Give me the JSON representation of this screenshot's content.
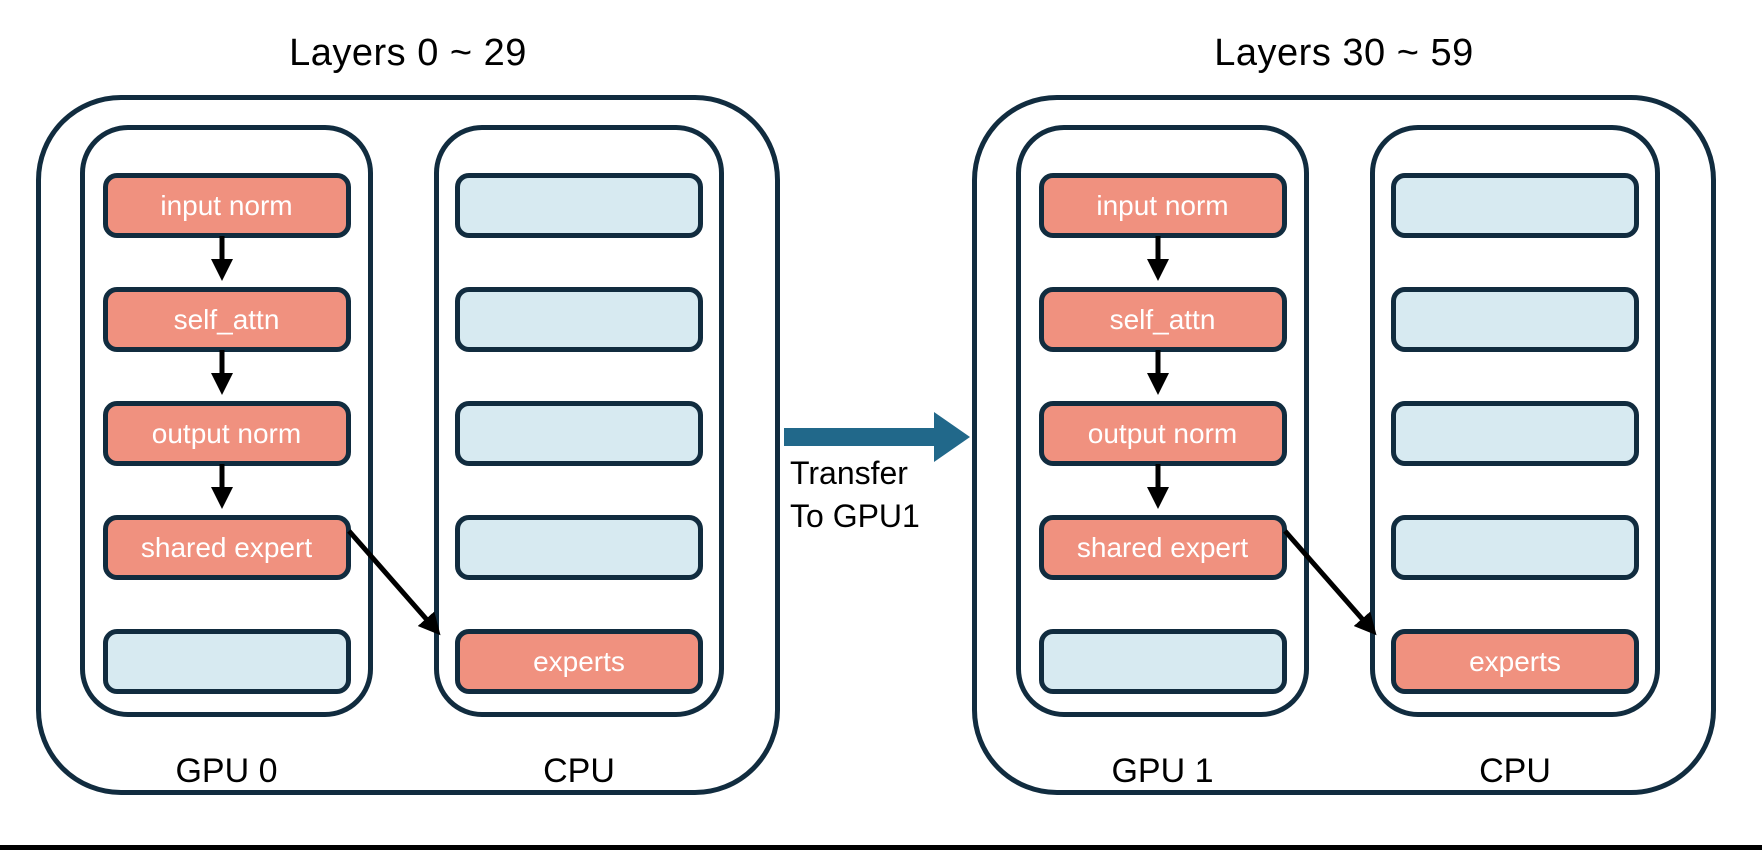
{
  "figure": {
    "description": "MoE layer placement diagram: two pipeline stages, each with a GPU holding dense modules and a CPU holding experts",
    "background": "#ffffff",
    "bottom_rule_color": "#000000"
  },
  "colors": {
    "module_fill": "#F0917F",
    "empty_slot_fill": "#D7EAF1",
    "outline": "#112C3F",
    "flow_arrow": "#000000",
    "transfer_arrow": "#21688A",
    "module_text": "#ffffff",
    "label_text": "#000000"
  },
  "groups": [
    {
      "title": "Layers 0 ~ 29",
      "gpu": {
        "label": "GPU 0",
        "boxes": [
          {
            "label": "input norm",
            "style": "module"
          },
          {
            "label": "self_attn",
            "style": "module"
          },
          {
            "label": "output norm",
            "style": "module"
          },
          {
            "label": "shared expert",
            "style": "module"
          },
          {
            "label": "",
            "style": "empty"
          }
        ]
      },
      "cpu": {
        "label": "CPU",
        "boxes": [
          {
            "label": "",
            "style": "empty"
          },
          {
            "label": "",
            "style": "empty"
          },
          {
            "label": "",
            "style": "empty"
          },
          {
            "label": "",
            "style": "empty"
          },
          {
            "label": "experts",
            "style": "module"
          }
        ]
      }
    },
    {
      "title": "Layers 30 ~ 59",
      "gpu": {
        "label": "GPU 1",
        "boxes": [
          {
            "label": "input norm",
            "style": "module"
          },
          {
            "label": "self_attn",
            "style": "module"
          },
          {
            "label": "output norm",
            "style": "module"
          },
          {
            "label": "shared expert",
            "style": "module"
          },
          {
            "label": "",
            "style": "empty"
          }
        ]
      },
      "cpu": {
        "label": "CPU",
        "boxes": [
          {
            "label": "",
            "style": "empty"
          },
          {
            "label": "",
            "style": "empty"
          },
          {
            "label": "",
            "style": "empty"
          },
          {
            "label": "",
            "style": "empty"
          },
          {
            "label": "experts",
            "style": "module"
          }
        ]
      }
    }
  ],
  "transfer": {
    "line1": "Transfer",
    "line2": "To GPU1"
  }
}
